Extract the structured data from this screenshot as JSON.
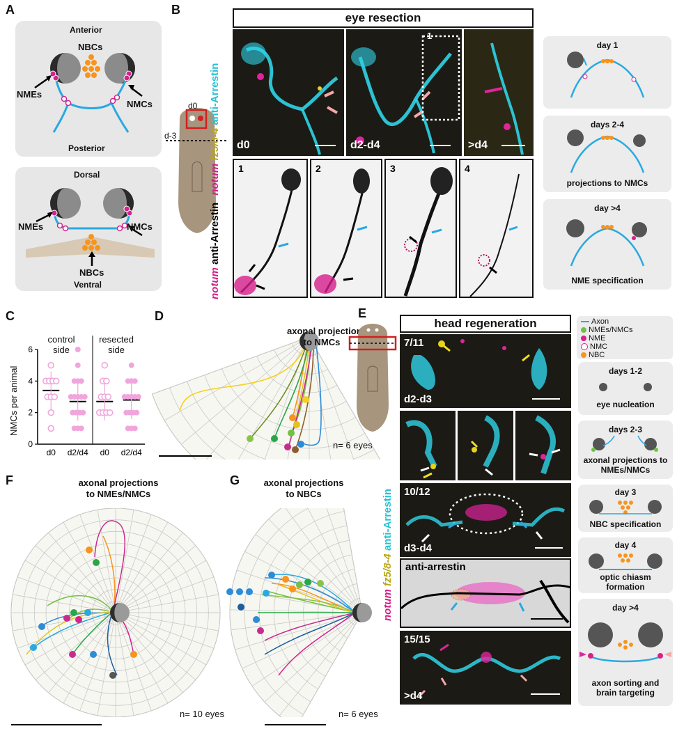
{
  "panels": {
    "A": "A",
    "B": "B",
    "C": "C",
    "D": "D",
    "E": "E",
    "F": "F",
    "G": "G"
  },
  "panelA": {
    "top": {
      "anterior": "Anterior",
      "posterior": "Posterior",
      "nbcs": "NBCs",
      "nmes": "NMEs",
      "nmcs": "NMCs"
    },
    "bottom": {
      "dorsal": "Dorsal",
      "ventral": "Ventral",
      "nbcs": "NBCs",
      "nmes": "NMEs",
      "nmcs": "NMCs"
    }
  },
  "panelB": {
    "header": "eye resection",
    "stain_labels": {
      "notum": "notum",
      "fz": "fz5/8-4",
      "arrestin": "anti-Arrestin",
      "notum2": "notum",
      "arrestin2": "anti-Arrestin"
    },
    "cut_labels": {
      "d0": "d0",
      "d3": "d-3"
    },
    "top_panels": [
      {
        "label": "d0"
      },
      {
        "label": "d2-d4",
        "inset": "1"
      },
      {
        "label": ">d4"
      }
    ],
    "insets": [
      "1",
      "2",
      "3",
      "4"
    ],
    "timeline": [
      {
        "label": "day 1"
      },
      {
        "label": "days 2-4",
        "caption": "projections to NMCs"
      },
      {
        "label": "day >4",
        "caption": "NME specification"
      }
    ]
  },
  "panelC": {
    "ylabel": "NMCs per animal",
    "group1": "control side",
    "group2": "resected side",
    "xticks": [
      "d0",
      "d2/d4",
      "d0",
      "d2/d4"
    ]
  },
  "chart_data": {
    "type": "scatter",
    "ylabel": "NMCs per animal",
    "ylim": [
      0,
      6
    ],
    "yticks": [
      0,
      2,
      4,
      6
    ],
    "categories": [
      "d0",
      "d2/d4",
      "d0",
      "d2/d4"
    ],
    "groups": [
      "control side",
      "resected side"
    ],
    "series": [
      {
        "group": "control side",
        "category": "d0",
        "marker": "open",
        "values": [
          1,
          2,
          3,
          3,
          3,
          4,
          4,
          4,
          4,
          5
        ],
        "mean": 3.4
      },
      {
        "group": "control side",
        "category": "d2/d4",
        "marker": "filled",
        "values": [
          1,
          1,
          1,
          2,
          2,
          2,
          2,
          3,
          3,
          3,
          3,
          3,
          4,
          4,
          4,
          5,
          6
        ],
        "mean": 2.7
      },
      {
        "group": "resected side",
        "category": "d0",
        "marker": "open",
        "values": [
          2,
          2,
          2,
          2,
          3,
          3,
          3,
          4,
          4,
          5
        ],
        "mean": 2.7
      },
      {
        "group": "resected side",
        "category": "d2/d4",
        "marker": "filled",
        "values": [
          1,
          1,
          1,
          2,
          2,
          2,
          2,
          3,
          3,
          3,
          3,
          3,
          4,
          4,
          4,
          5
        ],
        "mean": 2.8
      }
    ],
    "color": "#f0a6dc"
  },
  "panelD": {
    "title1": "axonal projections",
    "title2": "to NMCs",
    "n": "n= 6 eyes"
  },
  "panelE": {
    "header": "head regeneration",
    "stain_labels": {
      "notum": "notum",
      "fz": "fz5/8-4",
      "arrestin": "anti-Arrestin"
    },
    "legend": [
      {
        "label": "Axon",
        "color": "#29a9e1",
        "kind": "line"
      },
      {
        "label": "NMEs/NMCs",
        "color": "#72c044",
        "kind": "dot"
      },
      {
        "label": "NME",
        "color": "#d6228b",
        "kind": "dot"
      },
      {
        "label": "NMC",
        "color": "#e89bd0",
        "kind": "dot"
      },
      {
        "label": "NBC",
        "color": "#f7941d",
        "kind": "dot"
      }
    ],
    "fractions": [
      "7/11",
      "10/12",
      "15/15"
    ],
    "stage_labels": [
      "d2-d3",
      "d3-d4",
      ">d4"
    ],
    "inverted_label": "anti-arrestin",
    "timeline": [
      {
        "label": "days 1-2",
        "caption": "eye nucleation"
      },
      {
        "label": "days 2-3",
        "caption": "axonal projections to NMEs/NMCs"
      },
      {
        "label": "day 3",
        "caption": "NBC specification"
      },
      {
        "label": "day 4",
        "caption": "optic chiasm formation"
      },
      {
        "label": "day >4",
        "caption": "axon sorting and brain targeting"
      }
    ]
  },
  "panelF": {
    "title1": "axonal projections",
    "title2": "to NMEs/NMCs",
    "n": "n= 10 eyes"
  },
  "panelG": {
    "title1": "axonal projections",
    "title2": "to NBCs",
    "n": "n= 6 eyes"
  },
  "colors": {
    "cyan": "#2fd4e8",
    "yellow": "#e6d21a",
    "magenta": "#e0249c",
    "axon": "#29a9e1",
    "nbc": "#f7941d",
    "nme": "#d6228b"
  }
}
